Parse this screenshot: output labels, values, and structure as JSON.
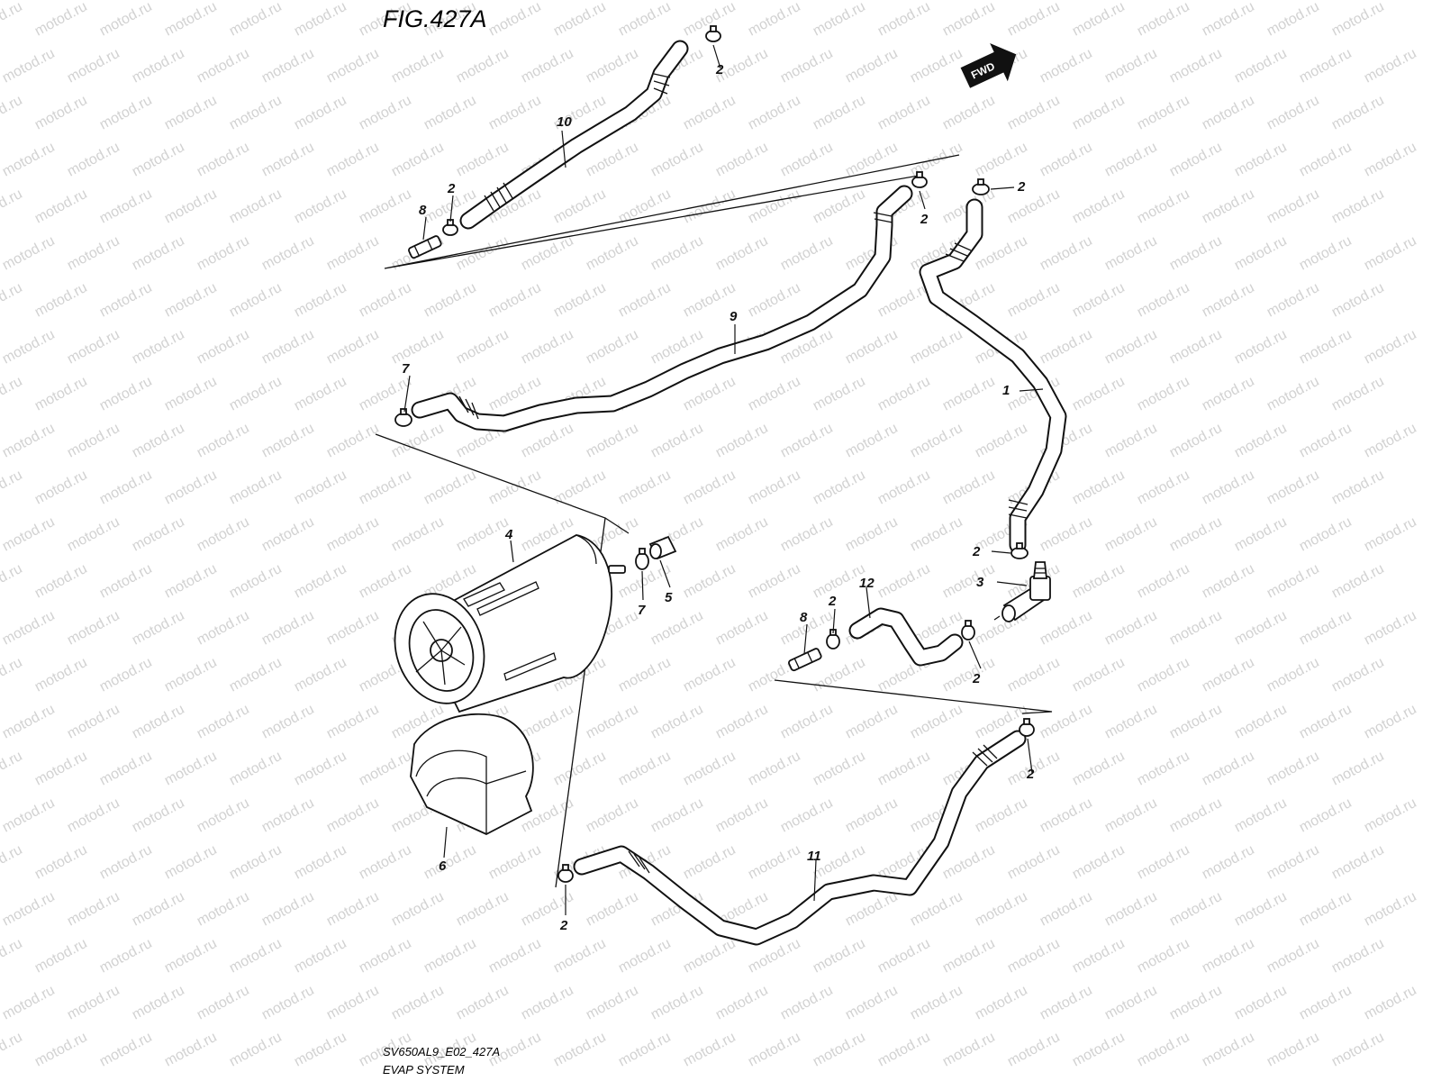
{
  "figure": {
    "title": "FIG.427A",
    "code": "SV650AL9_E02_427A",
    "name": "EVAP SYSTEM"
  },
  "direction_badge": {
    "label": "FWD",
    "icon": "forward-arrow-icon"
  },
  "watermark": {
    "text": "motod.ru"
  },
  "callouts": {
    "hose_1": "1",
    "clamp_2": "2",
    "joint_3": "3",
    "canister_4": "4",
    "cap_5": "5",
    "bracket_6": "6",
    "clamp_7": "7",
    "pipe_8": "8",
    "hose_9": "9",
    "hose_10": "10",
    "hose_11": "11",
    "hose_12": "12"
  },
  "colors": {
    "line": "#111111",
    "background": "#ffffff",
    "watermark": "#d2d2d2"
  }
}
